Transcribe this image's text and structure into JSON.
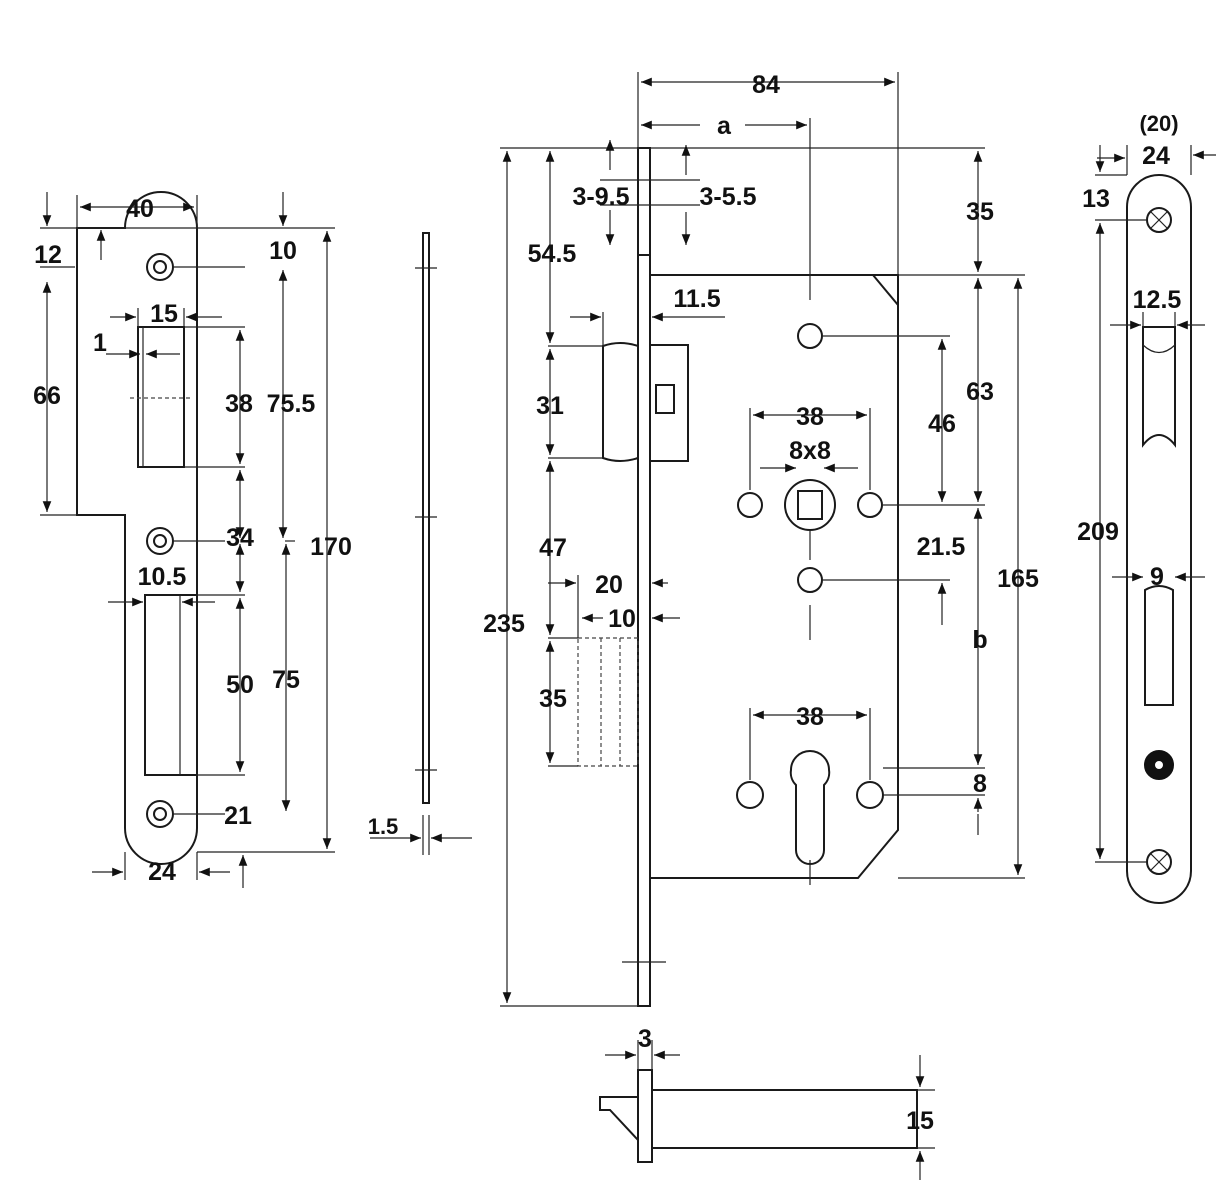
{
  "strike_plate": {
    "dim_40": "40",
    "dim_12": "12",
    "dim_10": "10",
    "dim_15": "15",
    "dim_1": "1",
    "dim_66": "66",
    "dim_38": "38",
    "dim_75_5": "75.5",
    "dim_34": "34",
    "dim_170": "170",
    "dim_10_5": "10.5",
    "dim_50": "50",
    "dim_75": "75",
    "dim_21": "21",
    "dim_24": "24"
  },
  "side_profile": {
    "dim_1_5": "1.5"
  },
  "lock_body": {
    "dim_84": "84",
    "dim_a": "a",
    "dim_3_9_5": "3-9.5",
    "dim_3_5_5": "3-5.5",
    "dim_35_top": "35",
    "dim_54_5": "54.5",
    "dim_11_5": "11.5",
    "dim_63": "63",
    "dim_31": "31",
    "dim_38_top": "38",
    "dim_46": "46",
    "dim_8x8": "8x8",
    "dim_235": "235",
    "dim_165": "165",
    "dim_47": "47",
    "dim_21_5": "21.5",
    "dim_20": "20",
    "dim_10": "10",
    "dim_b": "b",
    "dim_35_bottom": "35",
    "dim_38_bottom": "38",
    "dim_8": "8"
  },
  "bottom_view": {
    "dim_3": "3",
    "dim_15": "15"
  },
  "faceplate": {
    "dim_20_paren": "(20)",
    "dim_24": "24",
    "dim_13": "13",
    "dim_12_5": "12.5",
    "dim_209": "209",
    "dim_9": "9"
  }
}
